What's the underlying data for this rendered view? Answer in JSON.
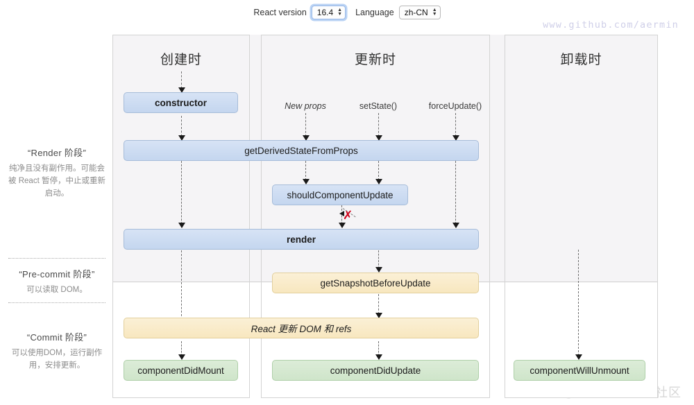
{
  "controls": {
    "react_version_label": "React version",
    "react_version_value": "16.4",
    "language_label": "Language",
    "language_value": "zh-CN"
  },
  "watermarks": {
    "top_right": "www.github.com/aermin",
    "bottom_right": "@稀土掘金技术社区"
  },
  "phases": [
    {
      "id": "render",
      "title": "“Render 阶段”",
      "desc": "纯净且没有副作用。可能会被 React 暂停，中止或重新启动。"
    },
    {
      "id": "pre-commit",
      "title": "“Pre-commit 阶段”",
      "desc": "可以读取 DOM。"
    },
    {
      "id": "commit",
      "title": "“Commit 阶段”",
      "desc": "可以使用DOM，运行副作用，安排更新。"
    }
  ],
  "columns": [
    {
      "id": "mounting",
      "title": "创建时"
    },
    {
      "id": "updating",
      "title": "更新时"
    },
    {
      "id": "unmounting",
      "title": "卸载时"
    }
  ],
  "triggers": [
    {
      "id": "new-props",
      "label": "New props"
    },
    {
      "id": "set-state",
      "label": "setState()"
    },
    {
      "id": "force-update",
      "label": "forceUpdate()"
    }
  ],
  "boxes": {
    "constructor": "constructor",
    "get_derived_state_from_props": "getDerivedStateFromProps",
    "should_component_update": "shouldComponentUpdate",
    "render": "render",
    "get_snapshot_before_update": "getSnapshotBeforeUpdate",
    "react_updates_dom": "React 更新 DOM 和 refs",
    "component_did_mount": "componentDidMount",
    "component_did_update": "componentDidUpdate",
    "component_will_unmount": "componentWillUnmount"
  },
  "markers": {
    "reject": "✗"
  },
  "colors": {
    "blue_fill": "#cddcf2",
    "blue_border": "#a6bcd9",
    "yellow_fill": "#faeccb",
    "yellow_border": "#e2cf9c",
    "green_fill": "#d6e8d2",
    "green_border": "#aecfa8",
    "band_render": "#f5f4f6",
    "band_commit": "#ffffff",
    "reject_red": "#d0021b",
    "watermark_top": "#cfcfe8",
    "watermark_bottom": "#d7d7d7"
  }
}
